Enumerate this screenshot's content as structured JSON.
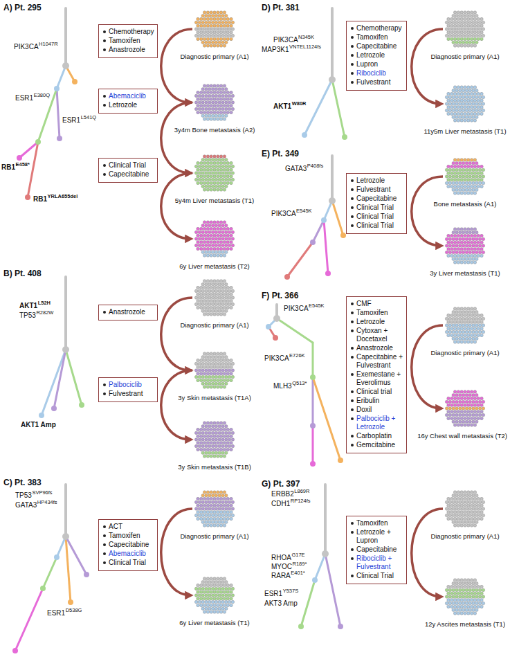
{
  "diagram": {
    "nodes": [
      {
        "text": [
          "Diagnostic primary (A1)"
        ]
      },
      {
        "text": [
          "Chemotherapy",
          "Tamoxifen",
          "Anastrozole"
        ]
      },
      {
        "text": [
          "3y4m Bone metastasis (A2)"
        ]
      },
      {
        "text": [
          "Abemaciclib",
          "Letrozole"
        ]
      },
      {
        "text": [
          "5y4m Liver metastasis (T1)"
        ]
      },
      {
        "text": [
          "Clinical Trial",
          "Capecitabine"
        ]
      },
      {
        "text": [
          "6y Liver metastasis (T2)"
        ]
      },
      {
        "text": [
          "Diagnostic primary (A1)"
        ]
      },
      {
        "text": [
          "Anastrozole"
        ]
      },
      {
        "text": [
          "3y Skin metastasis (T1A)"
        ]
      },
      {
        "text": [
          "Palbociclib",
          "Fulvestrant"
        ]
      },
      {
        "text": [
          "3y Skin metastasis (T1B)"
        ]
      },
      {
        "text": [
          "Diagnostic primary (A1)"
        ]
      },
      {
        "text": [
          "ACT",
          "Tamoxifen",
          "Capecitabine",
          "Abemaciclib",
          "Clinical Trial"
        ]
      },
      {
        "text": [
          "6y Liver metastasis (T1)"
        ]
      },
      {
        "text": [
          "Diagnostic primary (A1)"
        ]
      },
      {
        "text": [
          "Chemotherapy",
          "Tamoxifen",
          "Capecitabine",
          "Letrozole",
          "Lupron",
          "Ribociclib",
          "Fulvestrant"
        ]
      },
      {
        "text": [
          "11y5m Liver metastasis (T1)"
        ]
      },
      {
        "text": [
          "Bone metastasis (A1)"
        ]
      },
      {
        "text": [
          "Letrozole",
          "Fulvestrant",
          "Capecitabine",
          "Clinical Trial",
          "Clinical Trial",
          "Clinical Trial"
        ]
      },
      {
        "text": [
          "3y Liver metastasis (T1)"
        ]
      },
      {
        "text": [
          "Diagnostic primary (A1)"
        ]
      },
      {
        "text": [
          "CMF",
          "Tamoxifen",
          "Letrozole",
          "Cytoxan + Docetaxel",
          "Anastrozole",
          "Capecitabine + Fulvestrant",
          "Exemestane + Everolimus",
          "Clinical trial",
          "Eribulin",
          "Doxil",
          "Palbociclib + Letrozole",
          "Carboplatin",
          "Gemcitabine"
        ]
      },
      {
        "text": [
          "16y Chest wall metastasis (T2)"
        ]
      },
      {
        "text": [
          "Diagnostic primary (A1)"
        ]
      },
      {
        "text": [
          "Tamoxifen",
          "Letrozole + Lupron",
          "Capecitabine",
          "Ribociclib + Fulvestrant",
          "Clinical Trial"
        ]
      },
      {
        "text": [
          "12y Ascites metastasis (T1)"
        ]
      }
    ],
    "edges": [
      {
        "from": 0,
        "to": 2,
        "arrow": "to"
      },
      {
        "from": 2,
        "to": 4,
        "arrow": "to"
      },
      {
        "from": 4,
        "to": 6,
        "arrow": "to"
      },
      {
        "from": 7,
        "to": 9,
        "arrow": "to"
      },
      {
        "from": 9,
        "to": 11,
        "arrow": "to"
      },
      {
        "from": 12,
        "to": 14,
        "arrow": "to"
      },
      {
        "from": 15,
        "to": 17,
        "arrow": "to"
      },
      {
        "from": 18,
        "to": 20,
        "arrow": "to"
      },
      {
        "from": 21,
        "to": 23,
        "arrow": "to"
      },
      {
        "from": 24,
        "to": 26,
        "arrow": "to"
      }
    ],
    "labels": [
      "A) Pt. 295",
      "PIK3CA",
      "H1047R",
      "ESR1",
      "E380Q",
      "ESR1",
      "L541Q",
      "RB1",
      "E458*",
      "RB1",
      "YRLA655del",
      "B) Pt. 408",
      "AKT1",
      "L52H",
      "TP53",
      "R282W",
      "AKT1 Amp",
      "C) Pt. 383",
      "TP53",
      "SVP96fs",
      "GATA3",
      "HP434fs",
      "ESR1",
      "D538G",
      "D) Pt. 381",
      "PIK3CA",
      "N345K",
      "MAP3K1",
      "VNTEL1124fs",
      "AKT1",
      "W80R",
      "E) Pt. 349",
      "GATA3",
      "P408fs",
      "PIK3CA",
      "E545K",
      "F) Pt. 366",
      "PIK3CA",
      "E545K",
      "PIK3CA",
      "E726K",
      "MLH3",
      "Q513*",
      "G) Pt. 397",
      "ERBB2",
      "L869R",
      "CDH1",
      "RP124fs",
      "RHOA",
      "G17E",
      "MYOC",
      "R189*",
      "RARA",
      "E401*",
      "ESR1",
      "Y537S",
      "AKT3 Amp"
    ]
  }
}
